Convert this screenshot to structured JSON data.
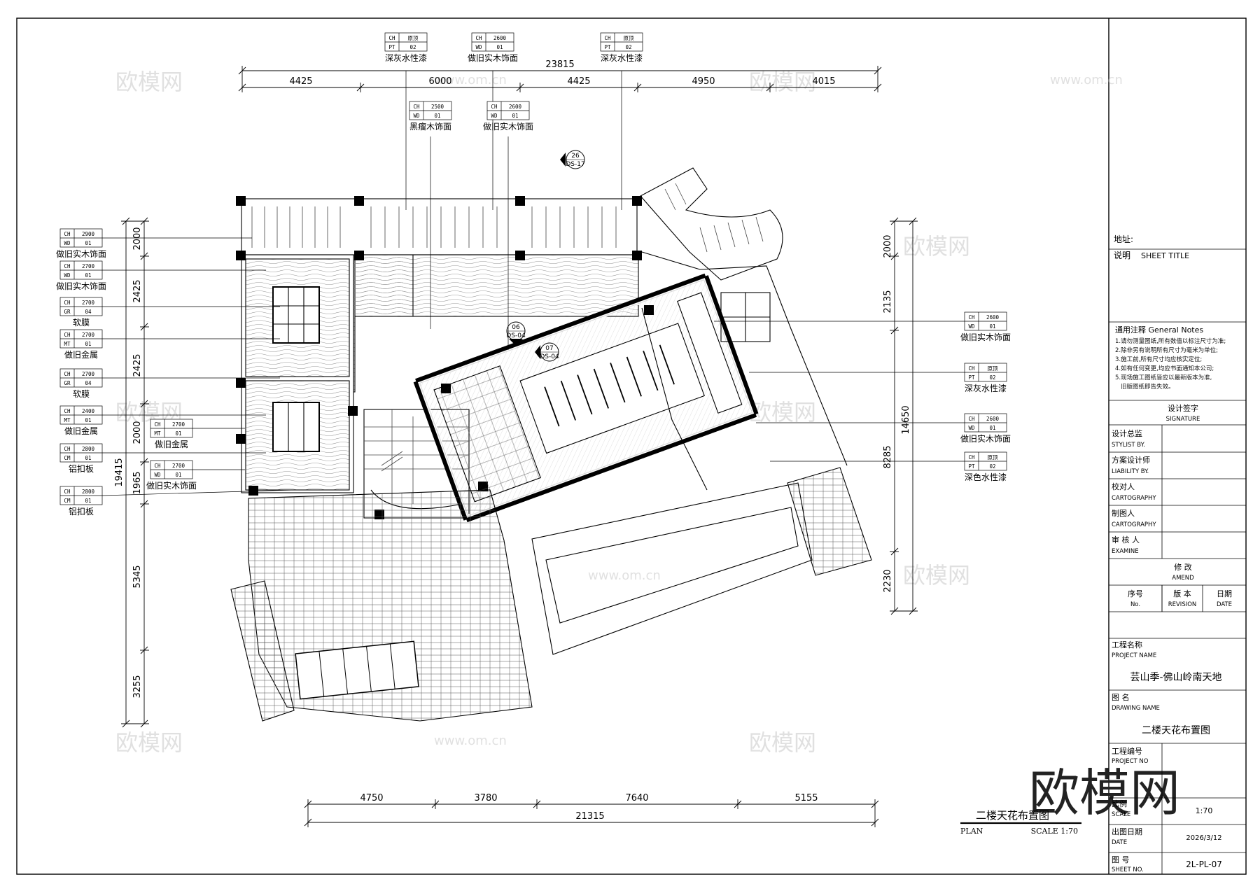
{
  "title_block": {
    "address_label": "地址:",
    "desc_cn": "说明",
    "desc_en": "SHEET TITLE",
    "notes_title": "通用注释  General Notes",
    "notes": [
      "1.请勿测量图纸,所有数值以标注尺寸为准;",
      "2.除非另有说明所有尺寸为毫米为单位;",
      "3.施工前,所有尺寸均应核实定位;",
      "4.如有任何变更,均应书面通知本公司;",
      "5.现场施工图纸皆应以最新版本为准,",
      "旧版图纸即告失效。"
    ],
    "signature_cn": "设计签字",
    "signature_en": "SIGNATURE",
    "roles": [
      {
        "cn": "设计总监",
        "en": "STYLIST BY."
      },
      {
        "cn": "方案设计师",
        "en": "LIABILITY BY."
      },
      {
        "cn": "校对人",
        "en": "CARTOGRAPHY"
      },
      {
        "cn": "制图人",
        "en": "CARTOGRAPHY"
      },
      {
        "cn": "审 核 人",
        "en": "EXAMINE"
      }
    ],
    "amend_cn": "修 改",
    "amend_en": "AMEND",
    "amend_cols": [
      {
        "cn": "序号",
        "en": "No."
      },
      {
        "cn": "版 本",
        "en": "REVISION"
      },
      {
        "cn": "日期",
        "en": "DATE"
      }
    ],
    "project_name_cn": "工程名称",
    "project_name_en": "PROJECT NAME",
    "project_name": "芸山季-佛山岭南天地",
    "drawing_name_cn": "图 名",
    "drawing_name_en": "DRAWING NAME",
    "drawing_name": "二楼天花布置图",
    "project_no_cn": "工程编号",
    "project_no_en": "PROJECT NO",
    "scale_cn": "比例",
    "scale_en": "SCALE",
    "scale_value": "1:70",
    "date_cn": "出图日期",
    "date_en": "DATE",
    "date_value": "2026/3/12",
    "sheet_no_cn": "图 号",
    "sheet_no_en": "SHEET NO.",
    "sheet_no": "2L-PL-07"
  },
  "plan_title": {
    "cn": "二楼天花布置图",
    "plan": "PLAN",
    "scale": "SCALE 1:70"
  },
  "watermark": {
    "brand": "欧模网",
    "url": "www.om.cn"
  },
  "dims": {
    "top_total": "23815",
    "top": [
      "4425",
      "6000",
      "4425",
      "4950",
      "4015"
    ],
    "bottom": [
      "4750",
      "3780",
      "7640",
      "5155"
    ],
    "bottom_total": "21315",
    "left": [
      "2000",
      "2425",
      "2425",
      "2000",
      "1965",
      "5345",
      "3255"
    ],
    "left_total": "19415",
    "right": [
      "2000",
      "2135",
      "8285",
      "2230"
    ],
    "right_total": "14650"
  },
  "tags_top": [
    {
      "ch": "CH",
      "h": "原顶",
      "code": "PT",
      "num": "02",
      "label": "深灰水性漆"
    },
    {
      "ch": "CH",
      "h": "2600",
      "code": "WD",
      "num": "01",
      "label": "做旧实木饰面"
    },
    {
      "ch": "CH",
      "h": "原顶",
      "code": "PT",
      "num": "02",
      "label": "深灰水性漆"
    },
    {
      "ch": "CH",
      "h": "2500",
      "code": "WD",
      "num": "01",
      "label": "黑瘤木饰面"
    },
    {
      "ch": "CH",
      "h": "2600",
      "code": "WD",
      "num": "01",
      "label": "做旧实木饰面"
    }
  ],
  "tags_left": [
    {
      "ch": "CH",
      "h": "2900",
      "code": "WD",
      "num": "01",
      "label": "做旧实木饰面"
    },
    {
      "ch": "CH",
      "h": "2700",
      "code": "WD",
      "num": "01",
      "label": "做旧实木饰面"
    },
    {
      "ch": "CH",
      "h": "2700",
      "code": "GR",
      "num": "04",
      "label": "软膜"
    },
    {
      "ch": "CH",
      "h": "2700",
      "code": "MT",
      "num": "01",
      "label": "做旧金属"
    },
    {
      "ch": "CH",
      "h": "2700",
      "code": "GR",
      "num": "04",
      "label": "软膜"
    },
    {
      "ch": "CH",
      "h": "2400",
      "code": "MT",
      "num": "01",
      "label": "做旧金属"
    },
    {
      "ch": "CH",
      "h": "2800",
      "code": "CM",
      "num": "01",
      "label": "铝扣板"
    },
    {
      "ch": "CH",
      "h": "2800",
      "code": "CM",
      "num": "01",
      "label": "铝扣板"
    }
  ],
  "tags_inner": [
    {
      "ch": "CH",
      "h": "2700",
      "code": "MT",
      "num": "01",
      "label": "做旧金属"
    },
    {
      "ch": "CH",
      "h": "2700",
      "code": "WD",
      "num": "01",
      "label": "做旧实木饰面"
    }
  ],
  "tags_right": [
    {
      "ch": "CH",
      "h": "2600",
      "code": "WD",
      "num": "01",
      "label": "做旧实木饰面"
    },
    {
      "ch": "CH",
      "h": "原顶",
      "code": "PT",
      "num": "02",
      "label": "深灰水性漆"
    },
    {
      "ch": "CH",
      "h": "2600",
      "code": "WD",
      "num": "01",
      "label": "做旧实木饰面"
    },
    {
      "ch": "CH",
      "h": "原顶",
      "code": "PT",
      "num": "02",
      "label": "深色水性漆"
    }
  ],
  "section_marks": [
    {
      "num": "26",
      "sheet": "DS-17"
    },
    {
      "num": "06",
      "sheet": "DS-04"
    },
    {
      "num": "07",
      "sheet": "DS-04"
    }
  ]
}
